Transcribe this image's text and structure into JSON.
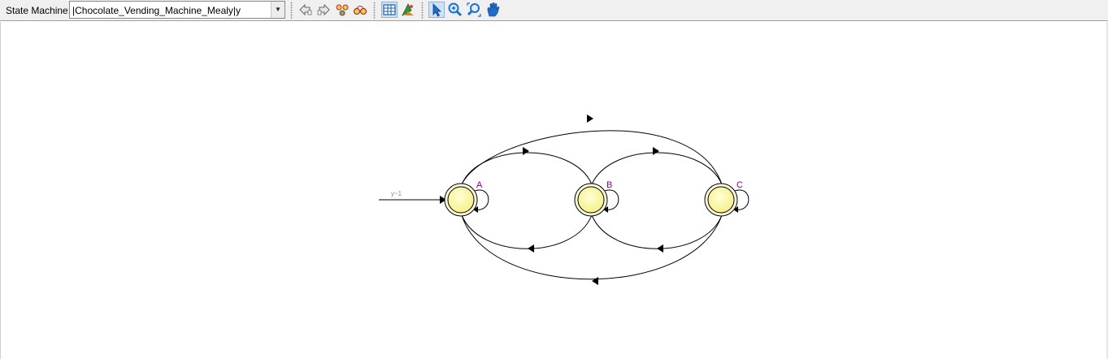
{
  "toolbar": {
    "state_machine_label": "State Machine:",
    "state_machine_value": "|Chocolate_Vending_Machine_Mealy|y",
    "dropdown_arrow": "▼",
    "buttons": [
      {
        "name": "back-icon"
      },
      {
        "name": "forward-icon"
      },
      {
        "name": "state-table-icon"
      },
      {
        "name": "transition-table-icon"
      },
      {
        "name": "grid-table-icon"
      },
      {
        "name": "simulation-icon"
      },
      {
        "name": "select-pointer-icon"
      },
      {
        "name": "zoom-in-icon"
      },
      {
        "name": "zoom-fit-icon"
      },
      {
        "name": "pan-hand-icon"
      }
    ]
  },
  "diagram": {
    "reset_label": "y~1",
    "states": [
      {
        "id": "A",
        "label": "A"
      },
      {
        "id": "B",
        "label": "B"
      },
      {
        "id": "C",
        "label": "C"
      }
    ],
    "colors": {
      "state_fill": "#ffff9e",
      "state_stroke": "#000000",
      "label_color": "#800080",
      "edge_color": "#000000"
    }
  }
}
